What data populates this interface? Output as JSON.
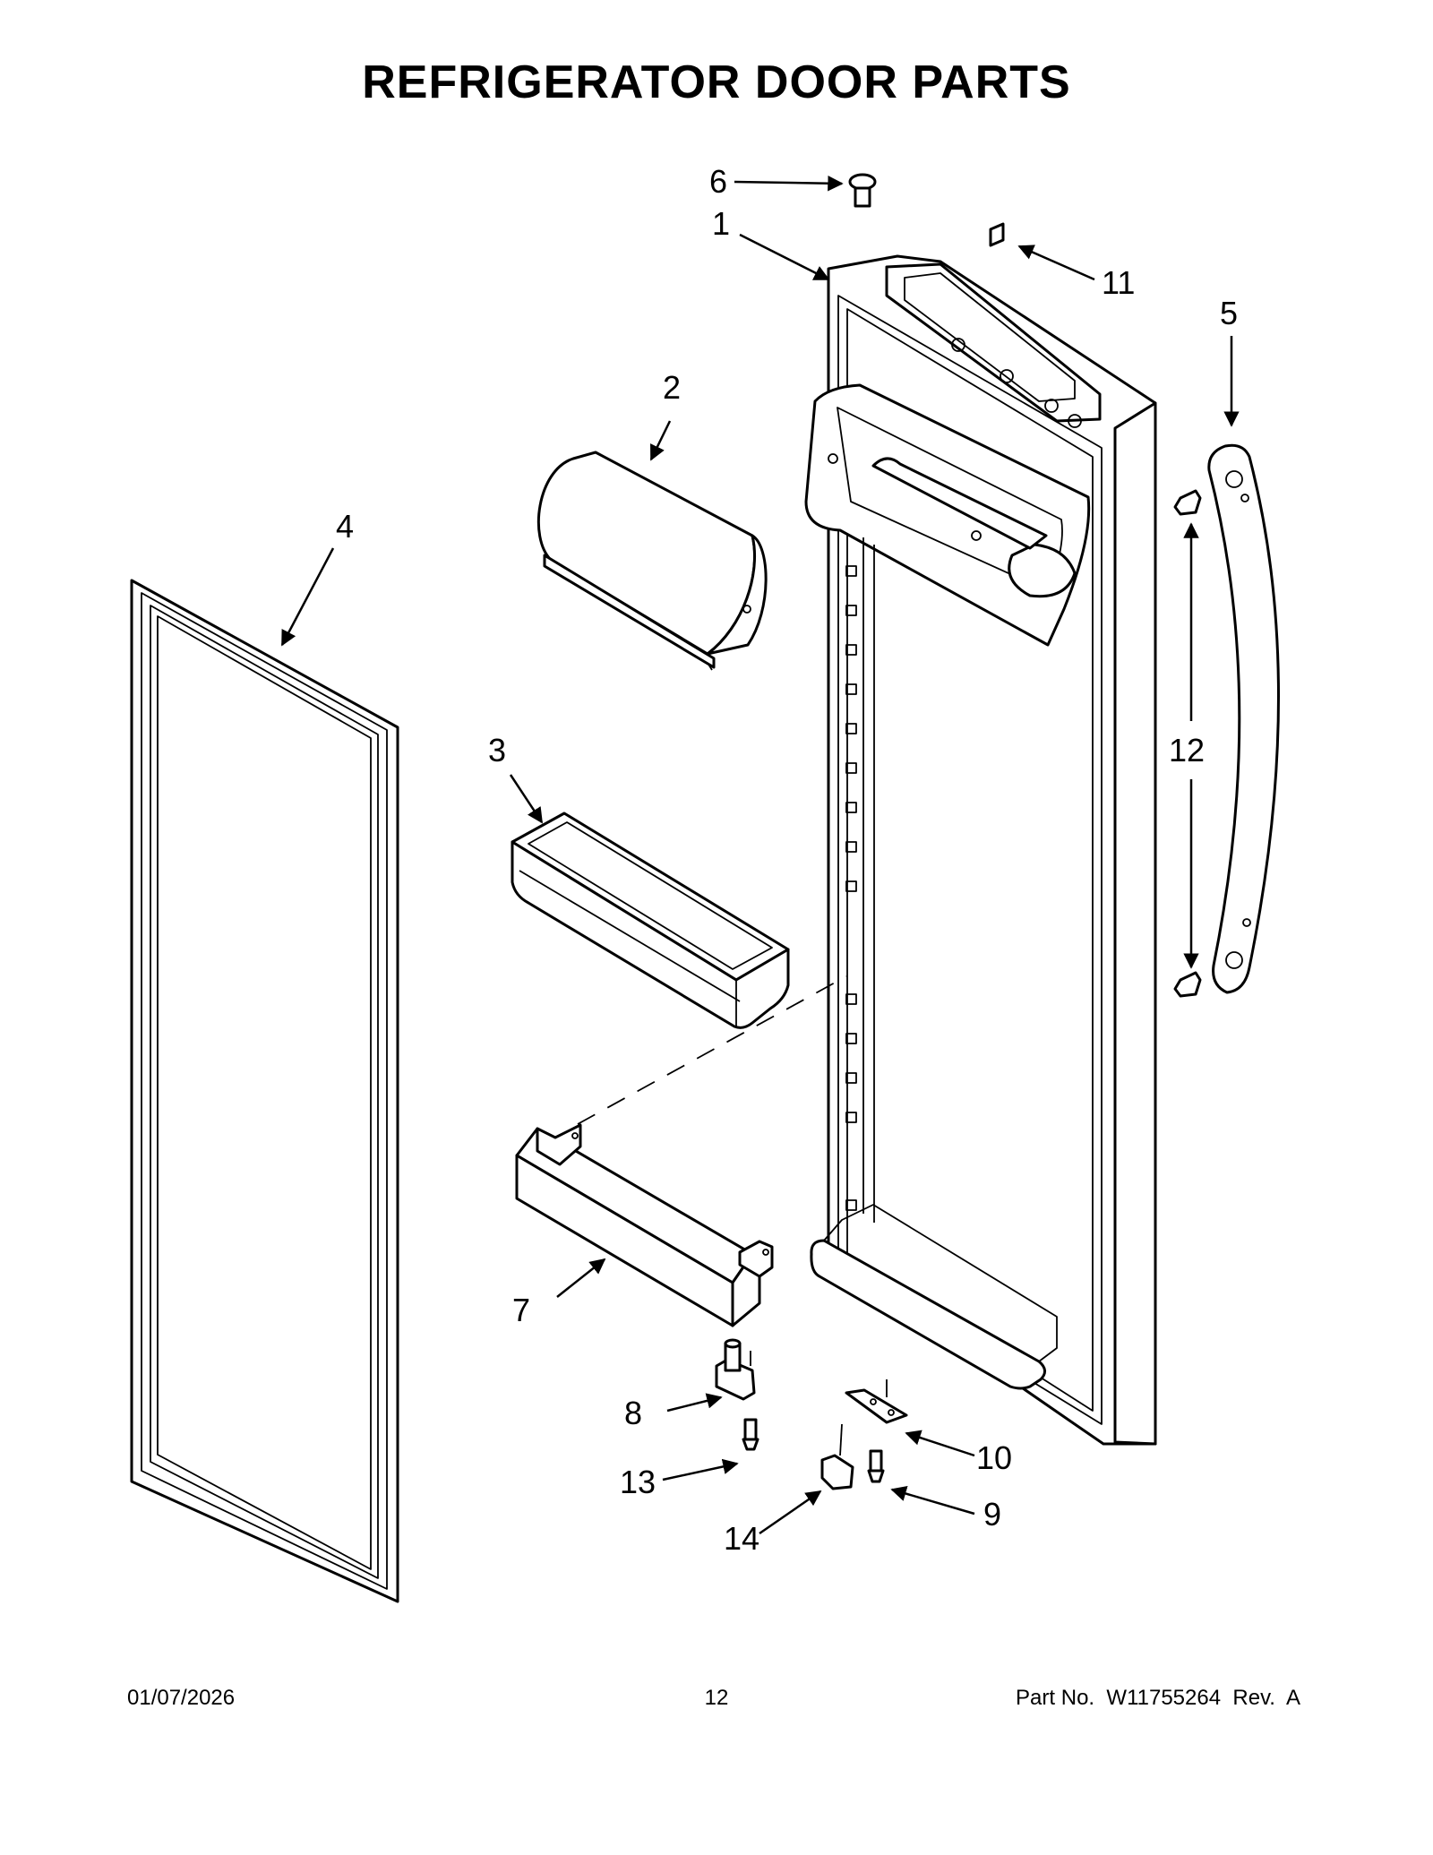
{
  "title": "REFRIGERATOR DOOR PARTS",
  "callouts": [
    "1",
    "2",
    "3",
    "4",
    "5",
    "6",
    "7",
    "8",
    "9",
    "10",
    "11",
    "12",
    "13",
    "14"
  ],
  "footer": {
    "date": "01/07/2026",
    "page": "12",
    "part": "Part No.  W11755264  Rev.  A"
  }
}
